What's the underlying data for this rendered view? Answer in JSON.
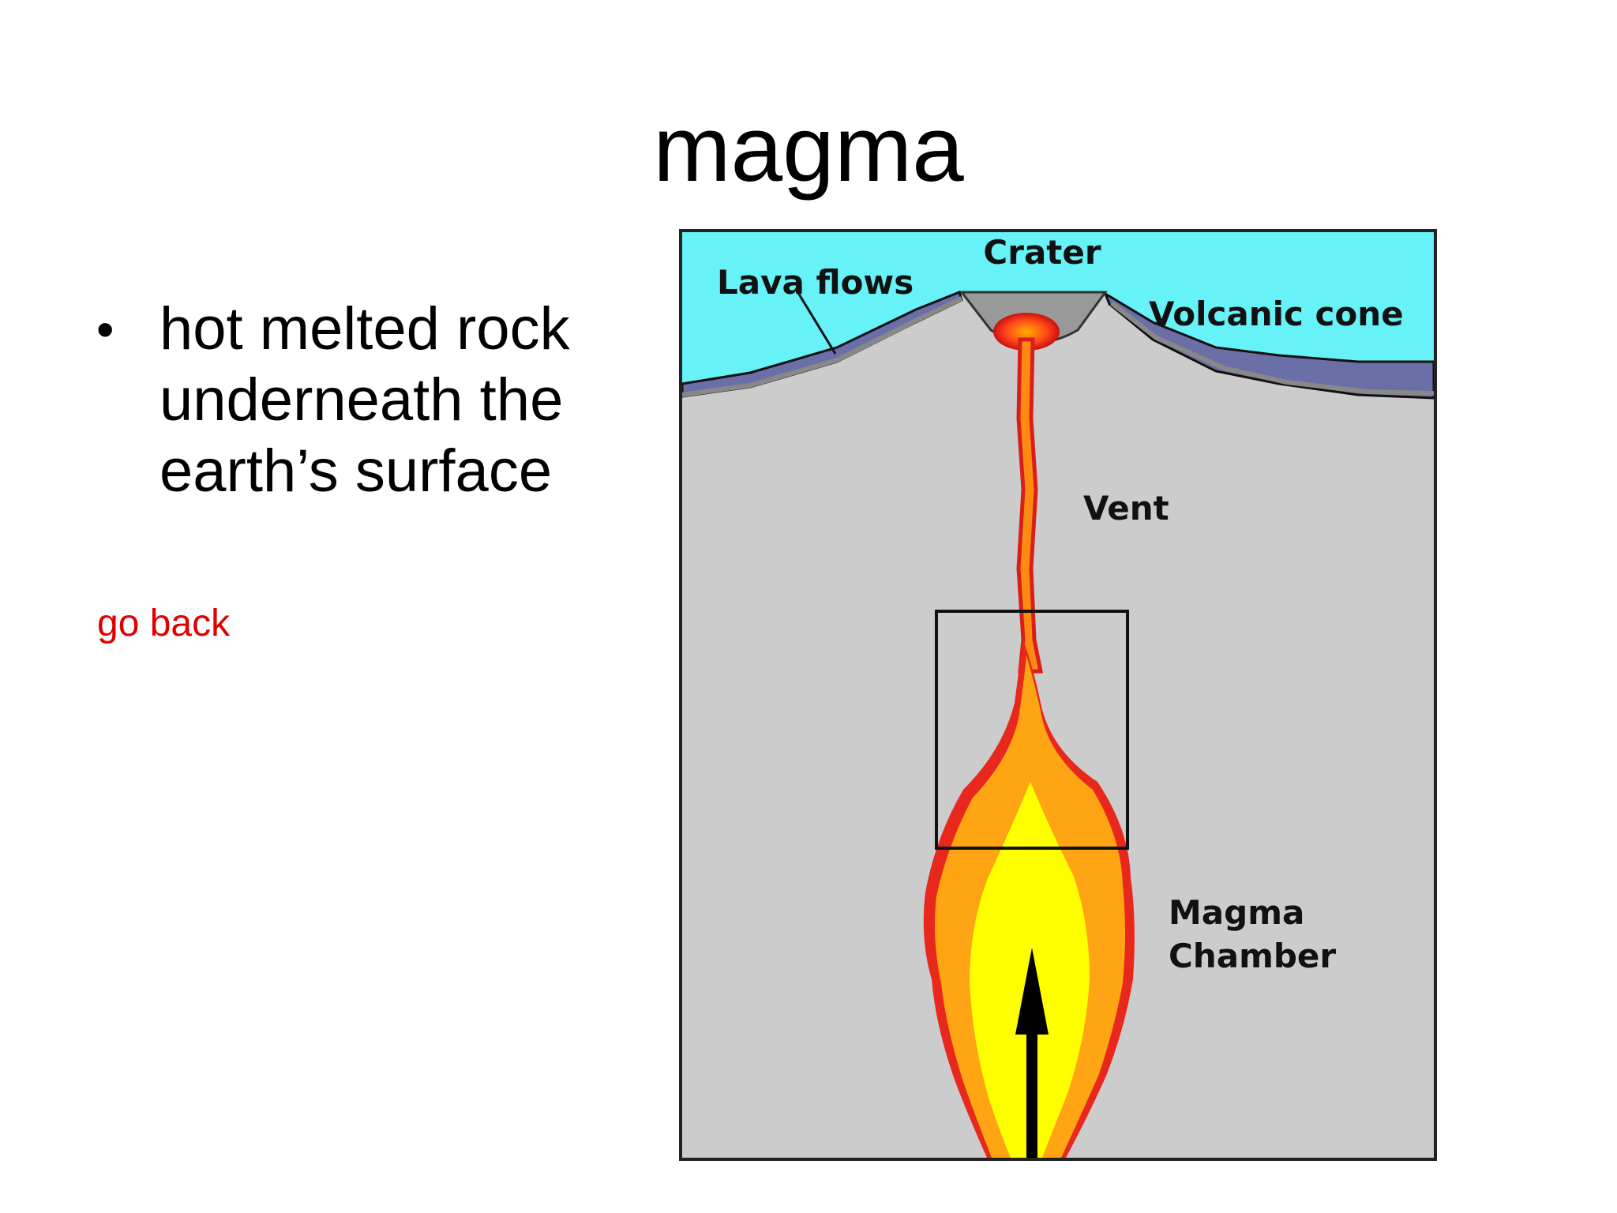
{
  "slide": {
    "title": "magma",
    "bullets": [
      "hot melted rock underneath the earth’s surface"
    ],
    "link_label": "go back"
  },
  "diagram": {
    "labels": {
      "crater": "Crater",
      "lava_flows": "Lava flows",
      "volcanic_cone": "Volcanic cone",
      "vent": "Vent",
      "magma_chamber_line1": "Magma",
      "magma_chamber_line2": "Chamber"
    },
    "colors": {
      "sky": "#66f2f7",
      "ground": "#cccccc",
      "lava_flow": "#6b6fa8",
      "crater": "#999999",
      "magma_outer": "#e8281c",
      "magma_mid": "#ffa412",
      "magma_core": "#ffff00"
    }
  }
}
